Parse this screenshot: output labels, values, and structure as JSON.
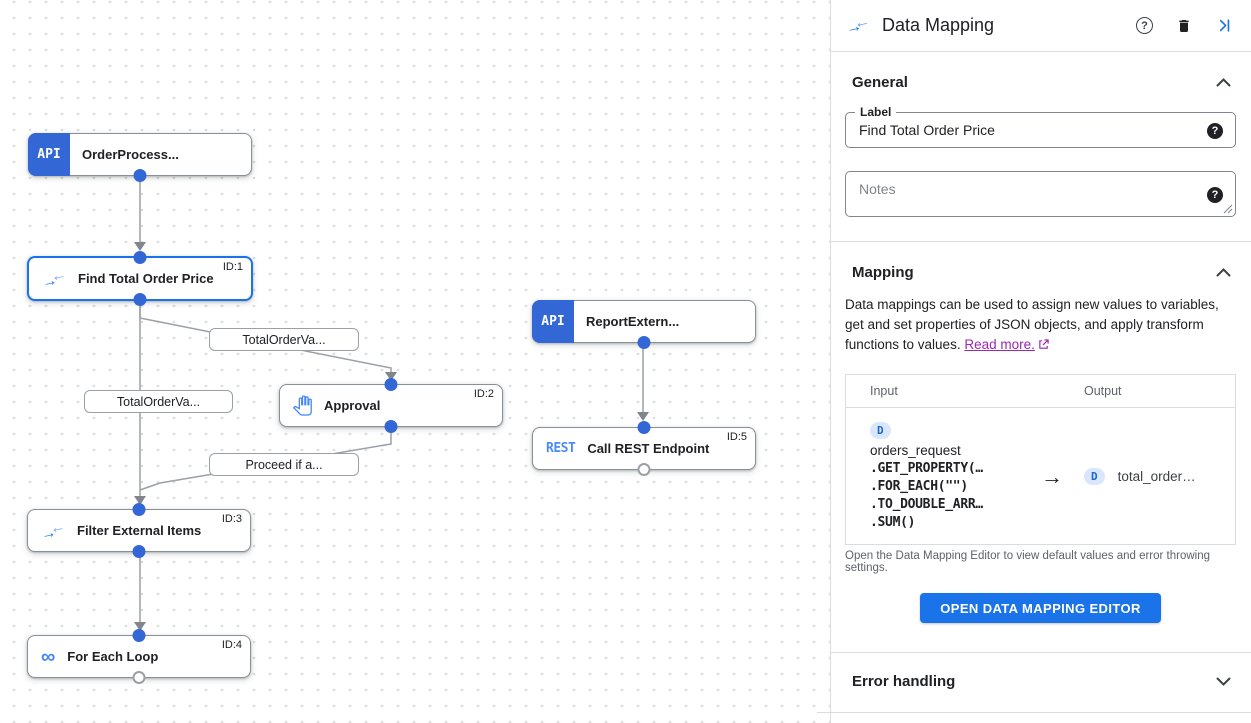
{
  "canvas": {
    "nodes": {
      "order_process": {
        "badge": "API",
        "label": "OrderProcess..."
      },
      "find_total_order_price": {
        "label": "Find Total Order Price",
        "id": "ID:1"
      },
      "report_extern": {
        "badge": "API",
        "label": "ReportExtern..."
      },
      "approval": {
        "label": "Approval",
        "id": "ID:2"
      },
      "call_rest": {
        "badge": "REST",
        "label": "Call REST Endpoint",
        "id": "ID:5"
      },
      "filter_external_items": {
        "label": "Filter External Items",
        "id": "ID:3"
      },
      "for_each_loop": {
        "label": "For Each Loop",
        "id": "ID:4"
      }
    },
    "edge_labels": {
      "total_order_1": "TotalOrderVa...",
      "total_order_2": "TotalOrderVa...",
      "proceed_if": "Proceed if a..."
    }
  },
  "panel": {
    "title": "Data Mapping",
    "general": {
      "heading": "General",
      "label_field_label": "Label",
      "label_field_value": "Find Total Order Price",
      "notes_placeholder": "Notes"
    },
    "mapping": {
      "heading": "Mapping",
      "description": "Data mappings can be used to assign new values to variables, get and set properties of JSON objects, and apply transform functions to values. ",
      "read_more_label": "Read more.",
      "table": {
        "input_header": "Input",
        "output_header": "Output",
        "input_badge": "D",
        "input_variable": "orders_request",
        "input_functions": [
          ".GET_PROPERTY(…",
          ".FOR_EACH(\"\")",
          ".TO_DOUBLE_ARR…",
          ".SUM()"
        ],
        "arrow": "→",
        "output_badge": "D",
        "output_variable": "total_order…"
      },
      "caption": "Open the Data Mapping Editor to view default values and error throwing settings.",
      "open_editor_button": "OPEN DATA MAPPING EDITOR"
    },
    "error_handling": {
      "heading": "Error handling"
    }
  },
  "icons": {
    "data_mapping_arrow_right": "→",
    "data_mapping_arrow_left": "←",
    "loop_infinity": "∞",
    "help_question": "?"
  },
  "colors": {
    "accent_blue": "#1a73e8",
    "node_blue": "#3367d6",
    "rest_blue": "#4c8bf5",
    "link_purple": "#9c27b0",
    "edge_gray": "#9aa0a6"
  }
}
